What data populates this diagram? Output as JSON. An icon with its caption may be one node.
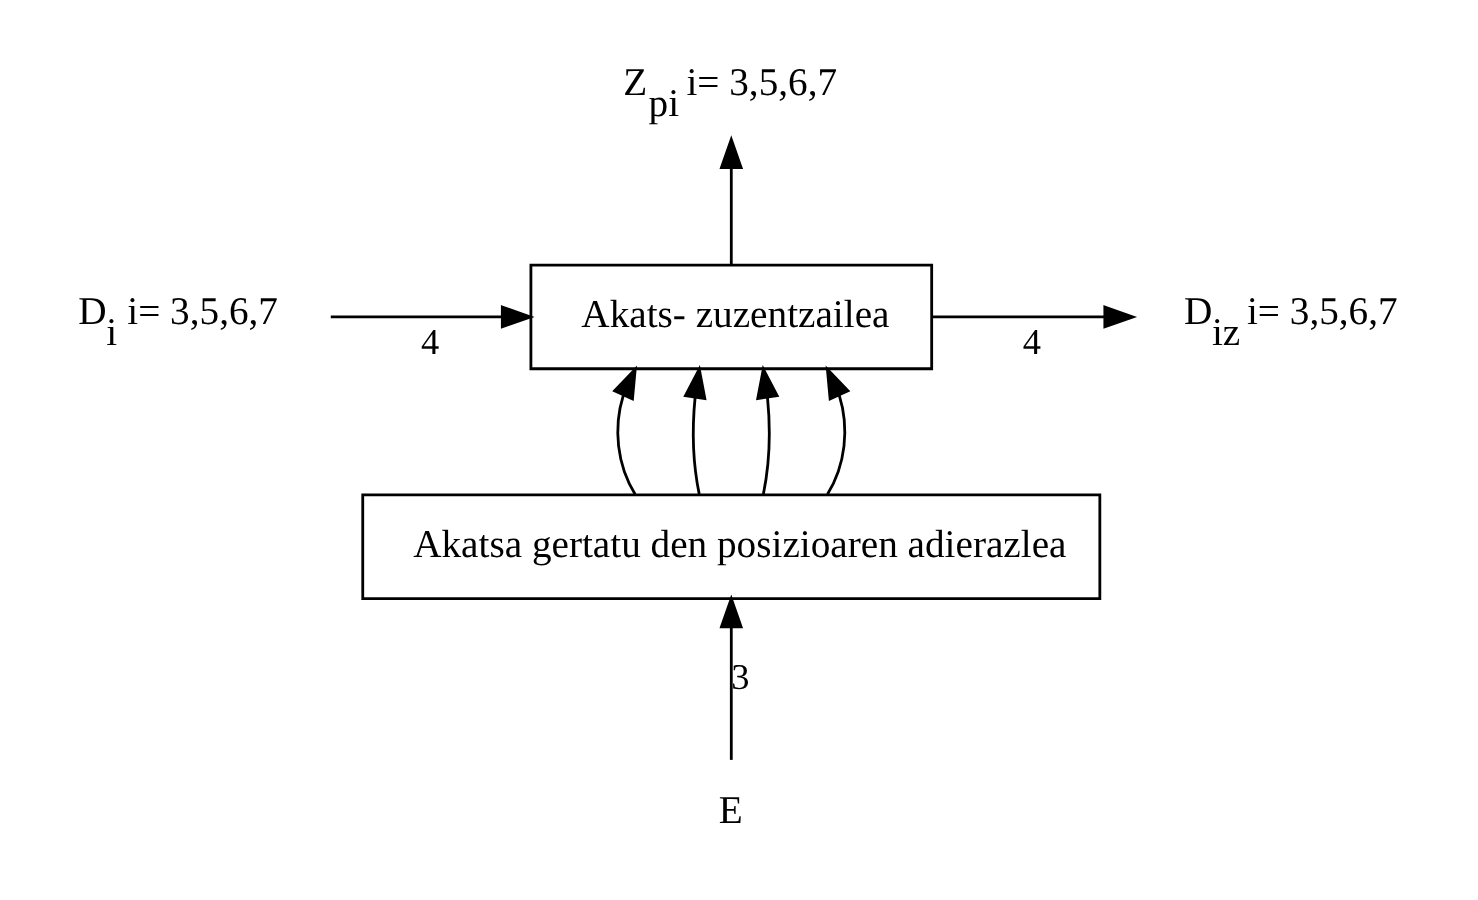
{
  "diagram": {
    "nodes": [
      {
        "text": [
          "Akats- zuzentzailea"
        ]
      },
      {
        "text": [
          "Akatsa gertatu den posizioaren adierazlea"
        ]
      },
      {
        "text": [
          "D$_{i}$ i= 3,5,6,7"
        ]
      },
      {
        "text": [
          "D$_{iz}$ i= 3,5,6,7"
        ]
      },
      {
        "text": [
          "Z$_{pi}$ i= 3,5,6,7"
        ]
      },
      {
        "text": [
          "E"
        ]
      }
    ],
    "edges": [
      {
        "from": 2,
        "to": 0,
        "arrow": "to",
        "label": "4"
      },
      {
        "from": 0,
        "to": 3,
        "arrow": "to",
        "label": "4"
      },
      {
        "from": 1,
        "to": 0,
        "arrow": "to"
      },
      {
        "from": 1,
        "to": 0,
        "arrow": "to"
      },
      {
        "from": 1,
        "to": 0,
        "arrow": "to"
      },
      {
        "from": 1,
        "to": 0,
        "arrow": "to"
      },
      {
        "from": 0,
        "to": 4,
        "arrow": "to"
      },
      {
        "from": 5,
        "to": 1,
        "arrow": "to",
        "label": "3"
      }
    ]
  }
}
